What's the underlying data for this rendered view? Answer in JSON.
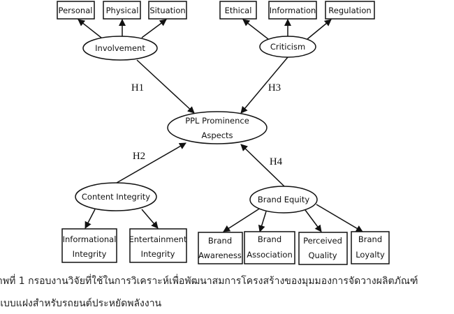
{
  "diagram": {
    "center": {
      "line1": "PPL Prominence",
      "line2": "Aspects"
    },
    "constructs": {
      "involvement": "Involvement",
      "criticism": "Criticism",
      "content_integrity": "Content Integrity",
      "brand_equity": "Brand Equity"
    },
    "indicators": {
      "involvement": [
        "Personal",
        "Physical",
        "Situation"
      ],
      "criticism": [
        "Ethical",
        "Information",
        "Regulation"
      ],
      "content_integrity": [
        [
          "Informational",
          "Integrity"
        ],
        [
          "Entertainment",
          "Integrity"
        ]
      ],
      "brand_equity": [
        [
          "Brand",
          "Awareness"
        ],
        [
          "Brand",
          "Association"
        ],
        [
          "Perceived",
          "Quality"
        ],
        [
          "Brand",
          "Loyalty"
        ]
      ]
    },
    "hypotheses": [
      "H1",
      "H2",
      "H3",
      "H4"
    ]
  },
  "caption": {
    "line1": "าพที่ 1  กรอบงานวิจัยที่ใช้ในการวิเคราะห์เพื่อพัฒนาสมการโครงสร้างของมุมมองการจัดวางผลิตภัณฑ์",
    "line2": "แบบแฝงสำหรับรถยนต์ประหยัดพลังงาน"
  }
}
